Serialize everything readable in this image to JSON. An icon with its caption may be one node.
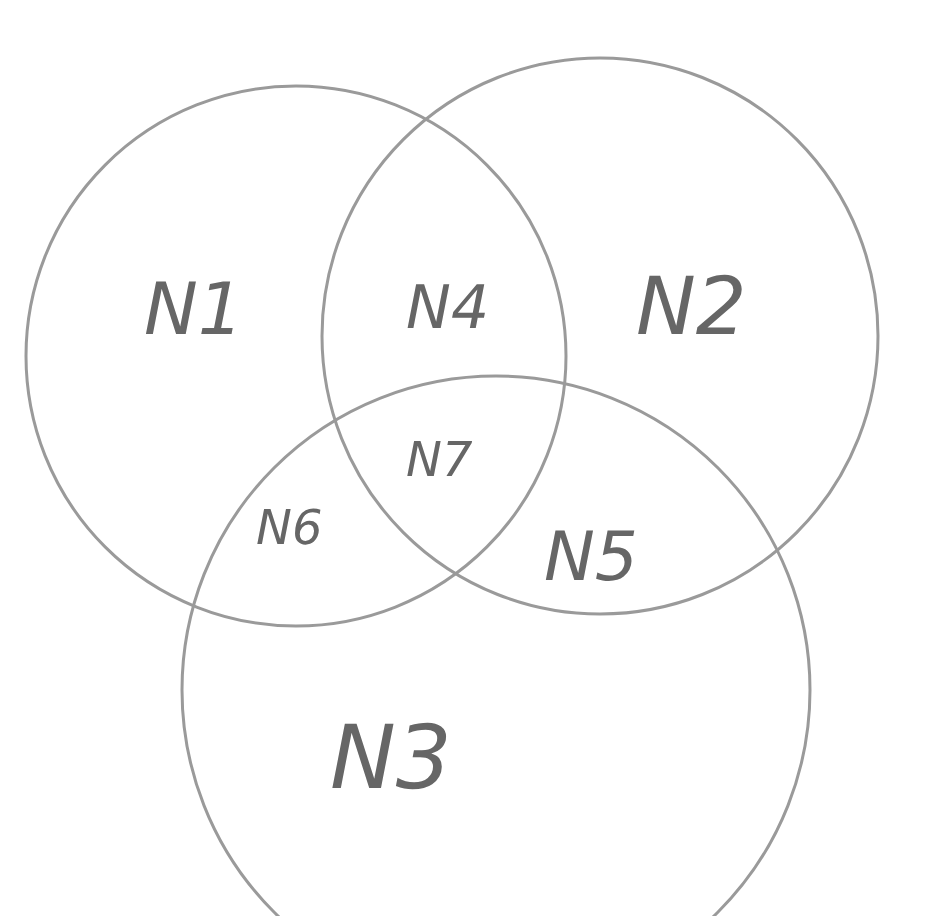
{
  "diagram": {
    "nodes": [
      {
        "text": [
          "N1"
        ]
      },
      {
        "text": [
          "N2"
        ]
      },
      {
        "text": [
          "N3"
        ]
      }
    ],
    "edges": [],
    "labels": [
      "N4",
      "N7",
      "N6",
      "N5"
    ]
  }
}
